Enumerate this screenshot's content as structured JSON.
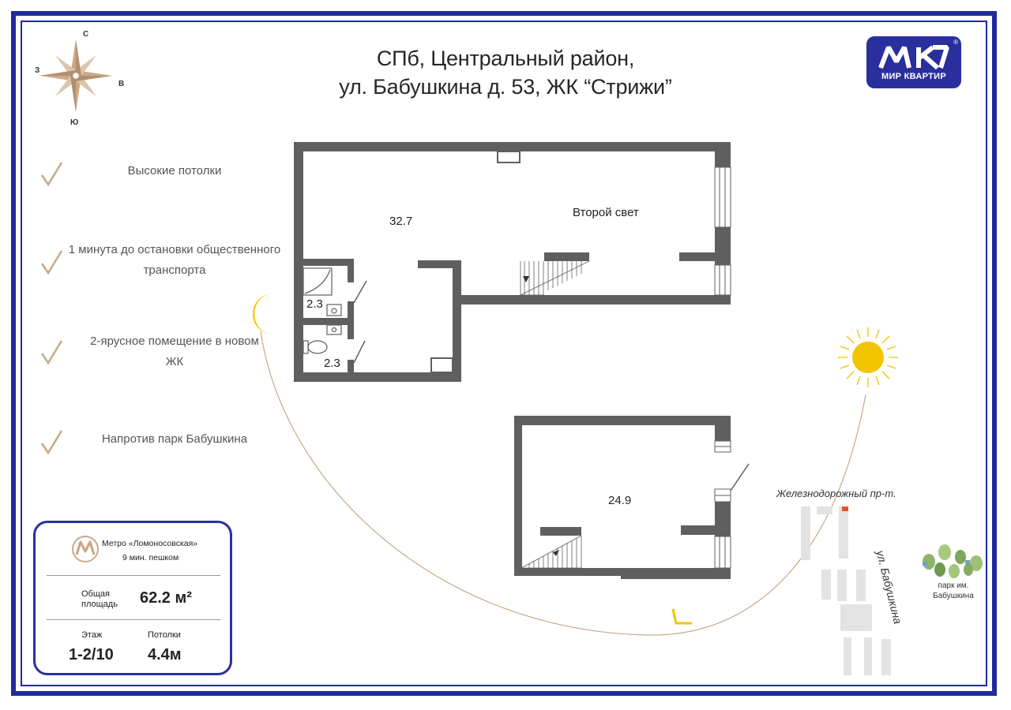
{
  "header": {
    "title_line1": "СПб, Центральный район,",
    "title_line2": "ул. Бабушкина д. 53, ЖК “Стрижи”"
  },
  "logo": {
    "text": "МИР КВАРТИР",
    "reg": "®",
    "color": "#2a2f9e"
  },
  "compass": {
    "north": "С",
    "west": "З",
    "east": "В",
    "south": "Ю"
  },
  "features": [
    {
      "text": "Высокие потолки"
    },
    {
      "text": "1 минута до остановки общественного транспорта"
    },
    {
      "text": "2-ярусное помещение в новом ЖК"
    },
    {
      "text": "Напротив парк Бабушкина"
    }
  ],
  "info": {
    "metro_name": "Метро «Ломоносовская»",
    "metro_walk": "9 мин. пешком",
    "area_label": "Общая площадь",
    "area_value": "62.2 м²",
    "floor_label": "Этаж",
    "floor_value": "1-2/10",
    "ceiling_label": "Потолки",
    "ceiling_value": "4.4м"
  },
  "plan": {
    "room_main": "32.7",
    "second_light": "Второй свет",
    "bath1": "2.3",
    "bath2": "2.3",
    "room_upper": "24.9"
  },
  "map": {
    "street1": "Железнодорожный пр-т.",
    "street2": "ул. Бабушкина",
    "park": "парк им. Бабушкина"
  },
  "colors": {
    "frame": "#1f2a9c",
    "wall": "#5f5f5f",
    "accent": "#c9a98a",
    "sun": "#f2c500"
  }
}
